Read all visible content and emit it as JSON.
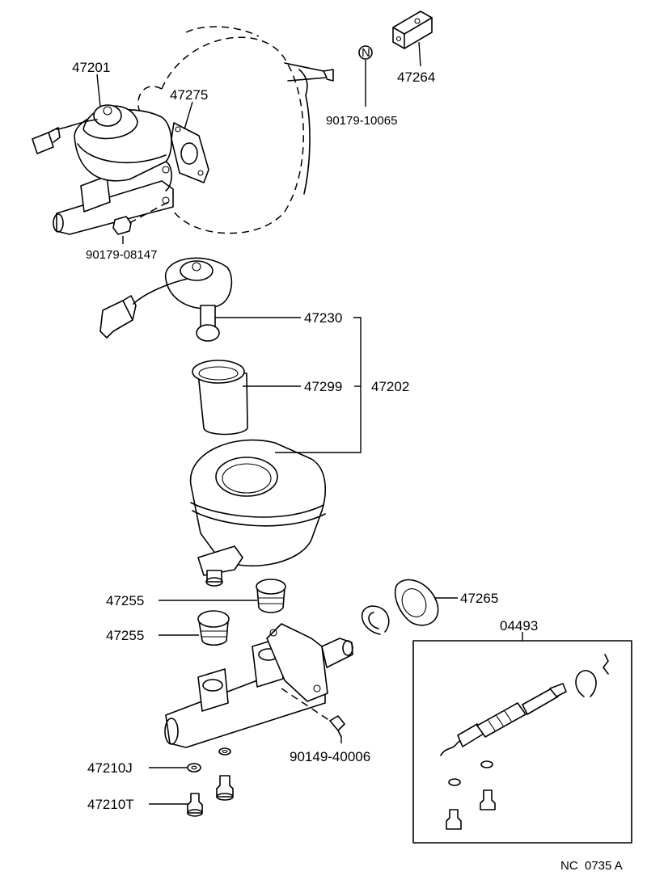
{
  "parts": {
    "p47201": "47201",
    "p47275": "47275",
    "p90179_10065": "90179-10065",
    "marker_n": "N",
    "p47264": "47264",
    "p90179_08147": "90179-08147",
    "p47230": "47230",
    "p47299": "47299",
    "p47202": "47202",
    "p47255_a": "47255",
    "p47255_b": "47255",
    "p47265": "47265",
    "p04493": "04493",
    "p90149_40006": "90149-40006",
    "p47210J": "47210J",
    "p47210T": "47210T"
  },
  "footer": {
    "code_left": "NC",
    "code_right": "0735 A"
  }
}
